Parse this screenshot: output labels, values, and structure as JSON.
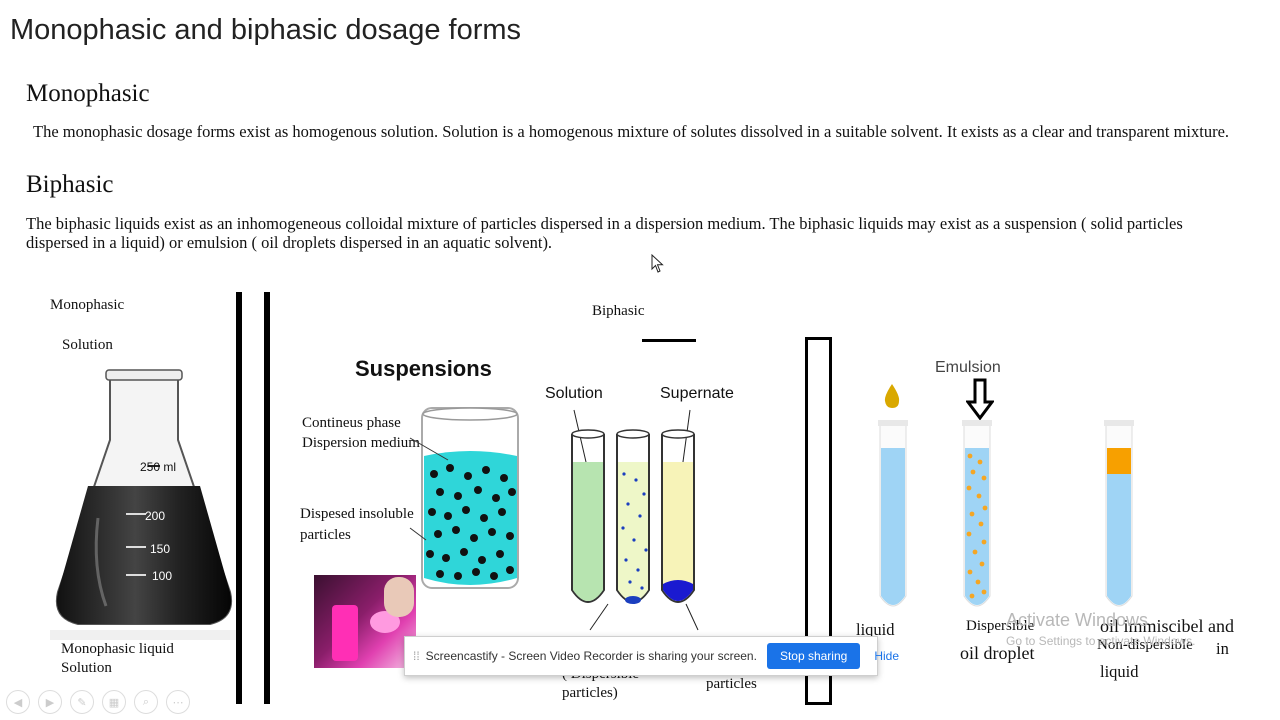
{
  "slide": {
    "title": "Monophasic and biphasic dosage forms",
    "mono_heading": "Monophasic",
    "mono_text": "The monophasic dosage forms exist as homogenous solution.    Solution is a homogenous mixture of solutes dissolved in a suitable solvent. It exists as a clear and transparent mixture.",
    "bi_heading": "Biphasic",
    "bi_text": "The biphasic liquids exist as an inhomogeneous colloidal mixture of  particles dispersed in a dispersion medium. The biphasic liquids may exist as a suspension ( solid particles dispersed in a liquid) or emulsion ( oil droplets dispersed in an aquatic solvent)."
  },
  "figure": {
    "mono_label": "Monophasic",
    "solution_label": "Solution",
    "flask_marks": [
      "250 ml",
      "200",
      "150",
      "100"
    ],
    "mono_caption_1": "Monophasic liquid",
    "mono_caption_2": "Solution",
    "biphasic_label": "Biphasic",
    "suspensions_title": "Suspensions",
    "continuous_phase": "Contineus phase",
    "dispersion_medium": "Dispersion medium",
    "dispersed_particles_1": "Dispesed insoluble",
    "dispersed_particles_2": "particles",
    "tube_solution": "Solution",
    "tube_supernate": "Supernate",
    "dispersible_particles_1": "( Dispersible",
    "dispersible_particles_2": "particles)",
    "particles_label": "particles",
    "emulsion_title": "Emulsion",
    "liquid_label": "liquid",
    "dispersible_label": "Dispersible",
    "oil_droplet_label": "oil droplet",
    "oil_immiscible": "oil immiscibel and",
    "non_dispersible": "Non-dispersible",
    "in_label": "in",
    "liquid_label_2": "liquid"
  },
  "share_bar": {
    "message": "Screencastify - Screen Video Recorder is sharing your screen.",
    "stop_label": "Stop sharing",
    "hide_label": "Hide"
  },
  "watermark": {
    "line1": "Activate Windows",
    "line2": "Go to Settings to activate Windows."
  },
  "colors": {
    "accent_blue": "#1a73e8",
    "cyan_liquid": "#2fd6d9",
    "tube_blue": "#9fd4f5",
    "oil_orange": "#f5a623"
  }
}
